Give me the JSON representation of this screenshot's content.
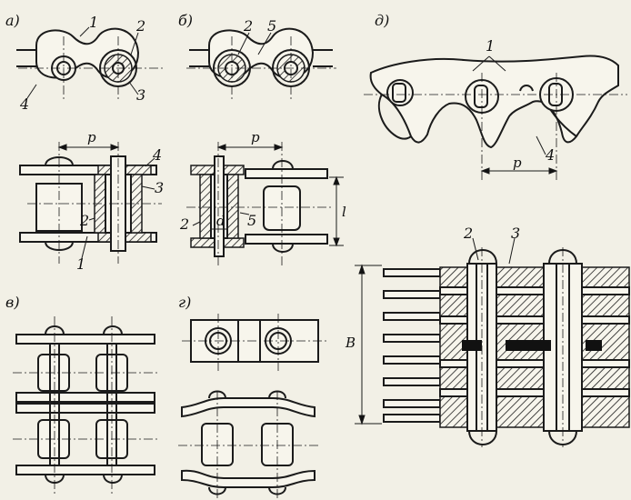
{
  "panels": {
    "a": "а)",
    "b": "б)",
    "v": "в)",
    "g": "г)",
    "d": "д)"
  },
  "numbers": {
    "n1": "1",
    "n2": "2",
    "n3": "3",
    "n4": "4",
    "n5": "5"
  },
  "dims": {
    "pitch": "p",
    "length": "l",
    "diameter": "d",
    "width": "B"
  }
}
